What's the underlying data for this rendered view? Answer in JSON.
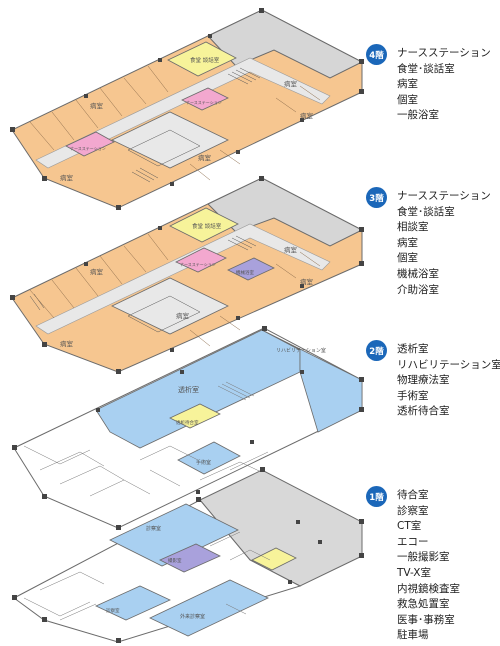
{
  "colors": {
    "ward": "#f6c690",
    "station": "#f3a8cf",
    "dining": "#f7f39a",
    "bath": "#a9a1dc",
    "dialysis": "#a9d0f1",
    "core": "#e8e8e8",
    "roof": "#d6d6d6",
    "edge": "#6b6b6b",
    "badge": "#1b67b9"
  },
  "floors": [
    {
      "id": "4f",
      "badge": "4階",
      "rooms": [
        "ナースステーション",
        "食堂･談話室",
        "病室",
        "個室",
        "一般浴室"
      ],
      "plan_labels": [
        "病室",
        "病室",
        "病室",
        "病室",
        "病室",
        "食堂 談話室",
        "ナースステーション",
        "ナースステーション"
      ]
    },
    {
      "id": "3f",
      "badge": "3階",
      "rooms": [
        "ナースステーション",
        "食堂･談話室",
        "相談室",
        "病室",
        "個室",
        "機械浴室",
        "介助浴室"
      ],
      "plan_labels": [
        "病室",
        "病室",
        "病室",
        "病室",
        "病室",
        "食堂 談話室",
        "ナースステーション",
        "機械浴室"
      ]
    },
    {
      "id": "2f",
      "badge": "2階",
      "rooms": [
        "透析室",
        "リハビリテーション室･",
        "物理療法室",
        "手術室",
        "透析待合室"
      ],
      "plan_labels": [
        "透析室",
        "リハビリテーション室",
        "透析待合室",
        "手術室"
      ]
    },
    {
      "id": "1f",
      "badge": "1階",
      "rooms": [
        "待合室",
        "診察室",
        "CT室",
        "エコー",
        "一般撮影室",
        "TV-X室",
        "内視鏡検査室",
        "救急処置室",
        "医事･事務室",
        "駐車場"
      ],
      "plan_labels": [
        "診察室",
        "撮影室",
        "診察室",
        "外来診察室"
      ]
    }
  ]
}
